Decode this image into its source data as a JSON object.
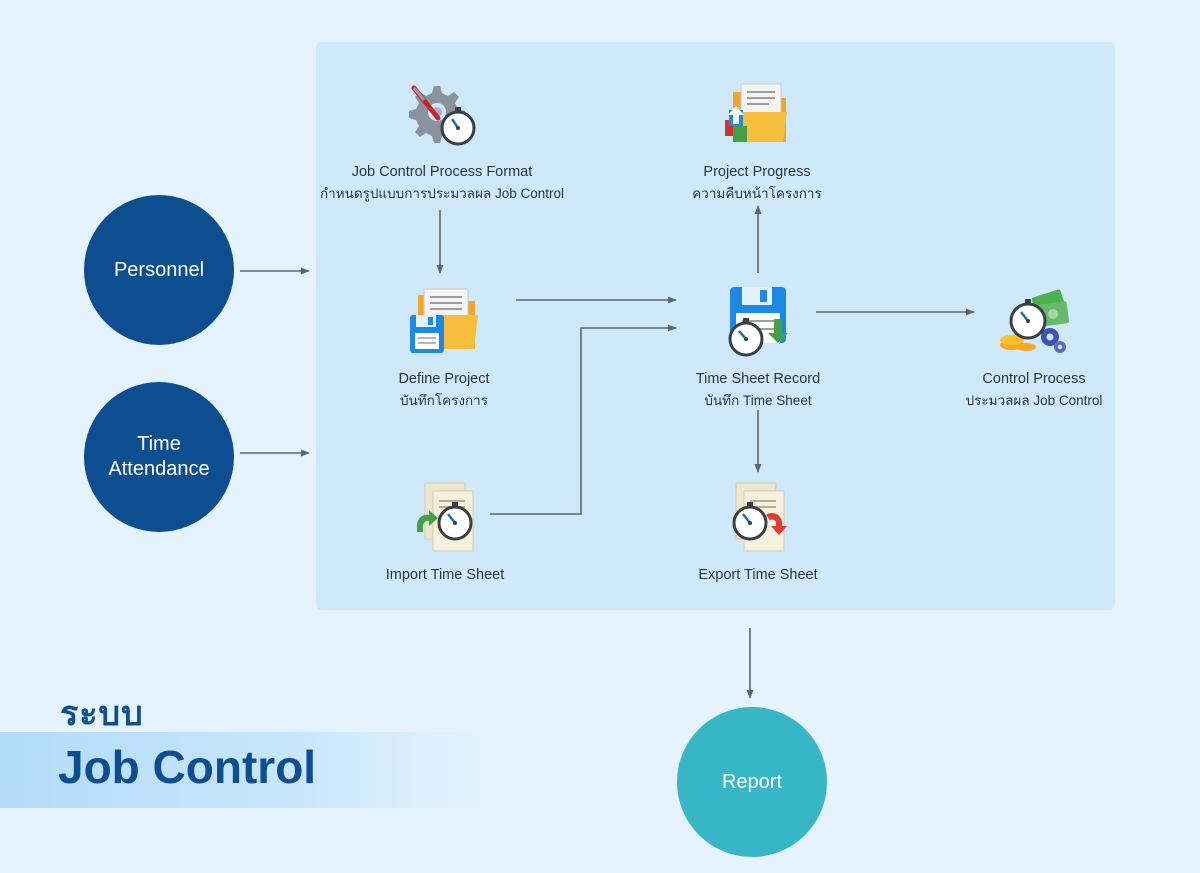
{
  "title": {
    "prefix": "ระบบ",
    "name": "Job Control"
  },
  "inputs": [
    {
      "label": "Personnel"
    },
    {
      "label": "Time\nAttendance"
    }
  ],
  "nodes": {
    "format": {
      "title": "Job Control Process Format",
      "subtitle": "กำหนดรูปแบบการประมวลผล  Job  Control",
      "icon": "gear-stopwatch-icon"
    },
    "progress": {
      "title": "Project Progress",
      "subtitle": "ความคืบหน้าโครงการ",
      "icon": "folder-progress-icon"
    },
    "define": {
      "title": "Define Project",
      "subtitle": "บันทึกโครงการ",
      "icon": "folder-save-icon"
    },
    "record": {
      "title": "Time Sheet Record",
      "subtitle": "บันทึก  Time  Sheet",
      "icon": "floppy-stopwatch-icon"
    },
    "control": {
      "title": "Control Process",
      "subtitle": "ประมวลผล  Job  Control",
      "icon": "stopwatch-money-icon"
    },
    "import": {
      "title": "Import Time Sheet",
      "icon": "import-timesheet-icon"
    },
    "export": {
      "title": "Export Time Sheet",
      "icon": "export-timesheet-icon"
    }
  },
  "output": {
    "label": "Report"
  },
  "colors": {
    "background": "#e4f3fd",
    "panel": "#cfe9fb",
    "navy": "#0c4e8f",
    "teal": "#36b6c6",
    "arrow": "#5e6670"
  }
}
